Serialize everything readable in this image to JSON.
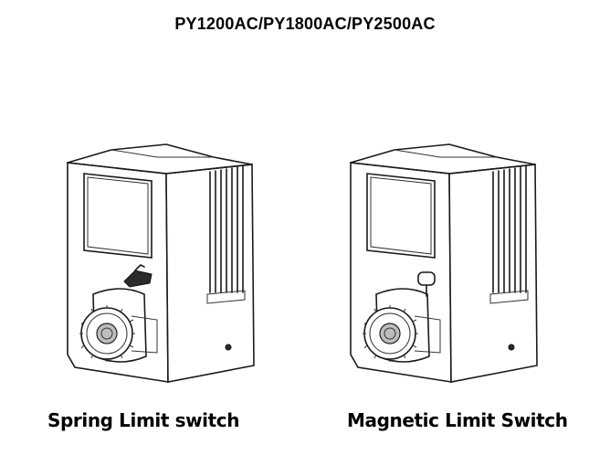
{
  "title": "PY1200AC/PY1800AC/PY2500AC",
  "captions": {
    "left": "Spring Limit switch",
    "right": "Magnetic Limit Switch"
  }
}
